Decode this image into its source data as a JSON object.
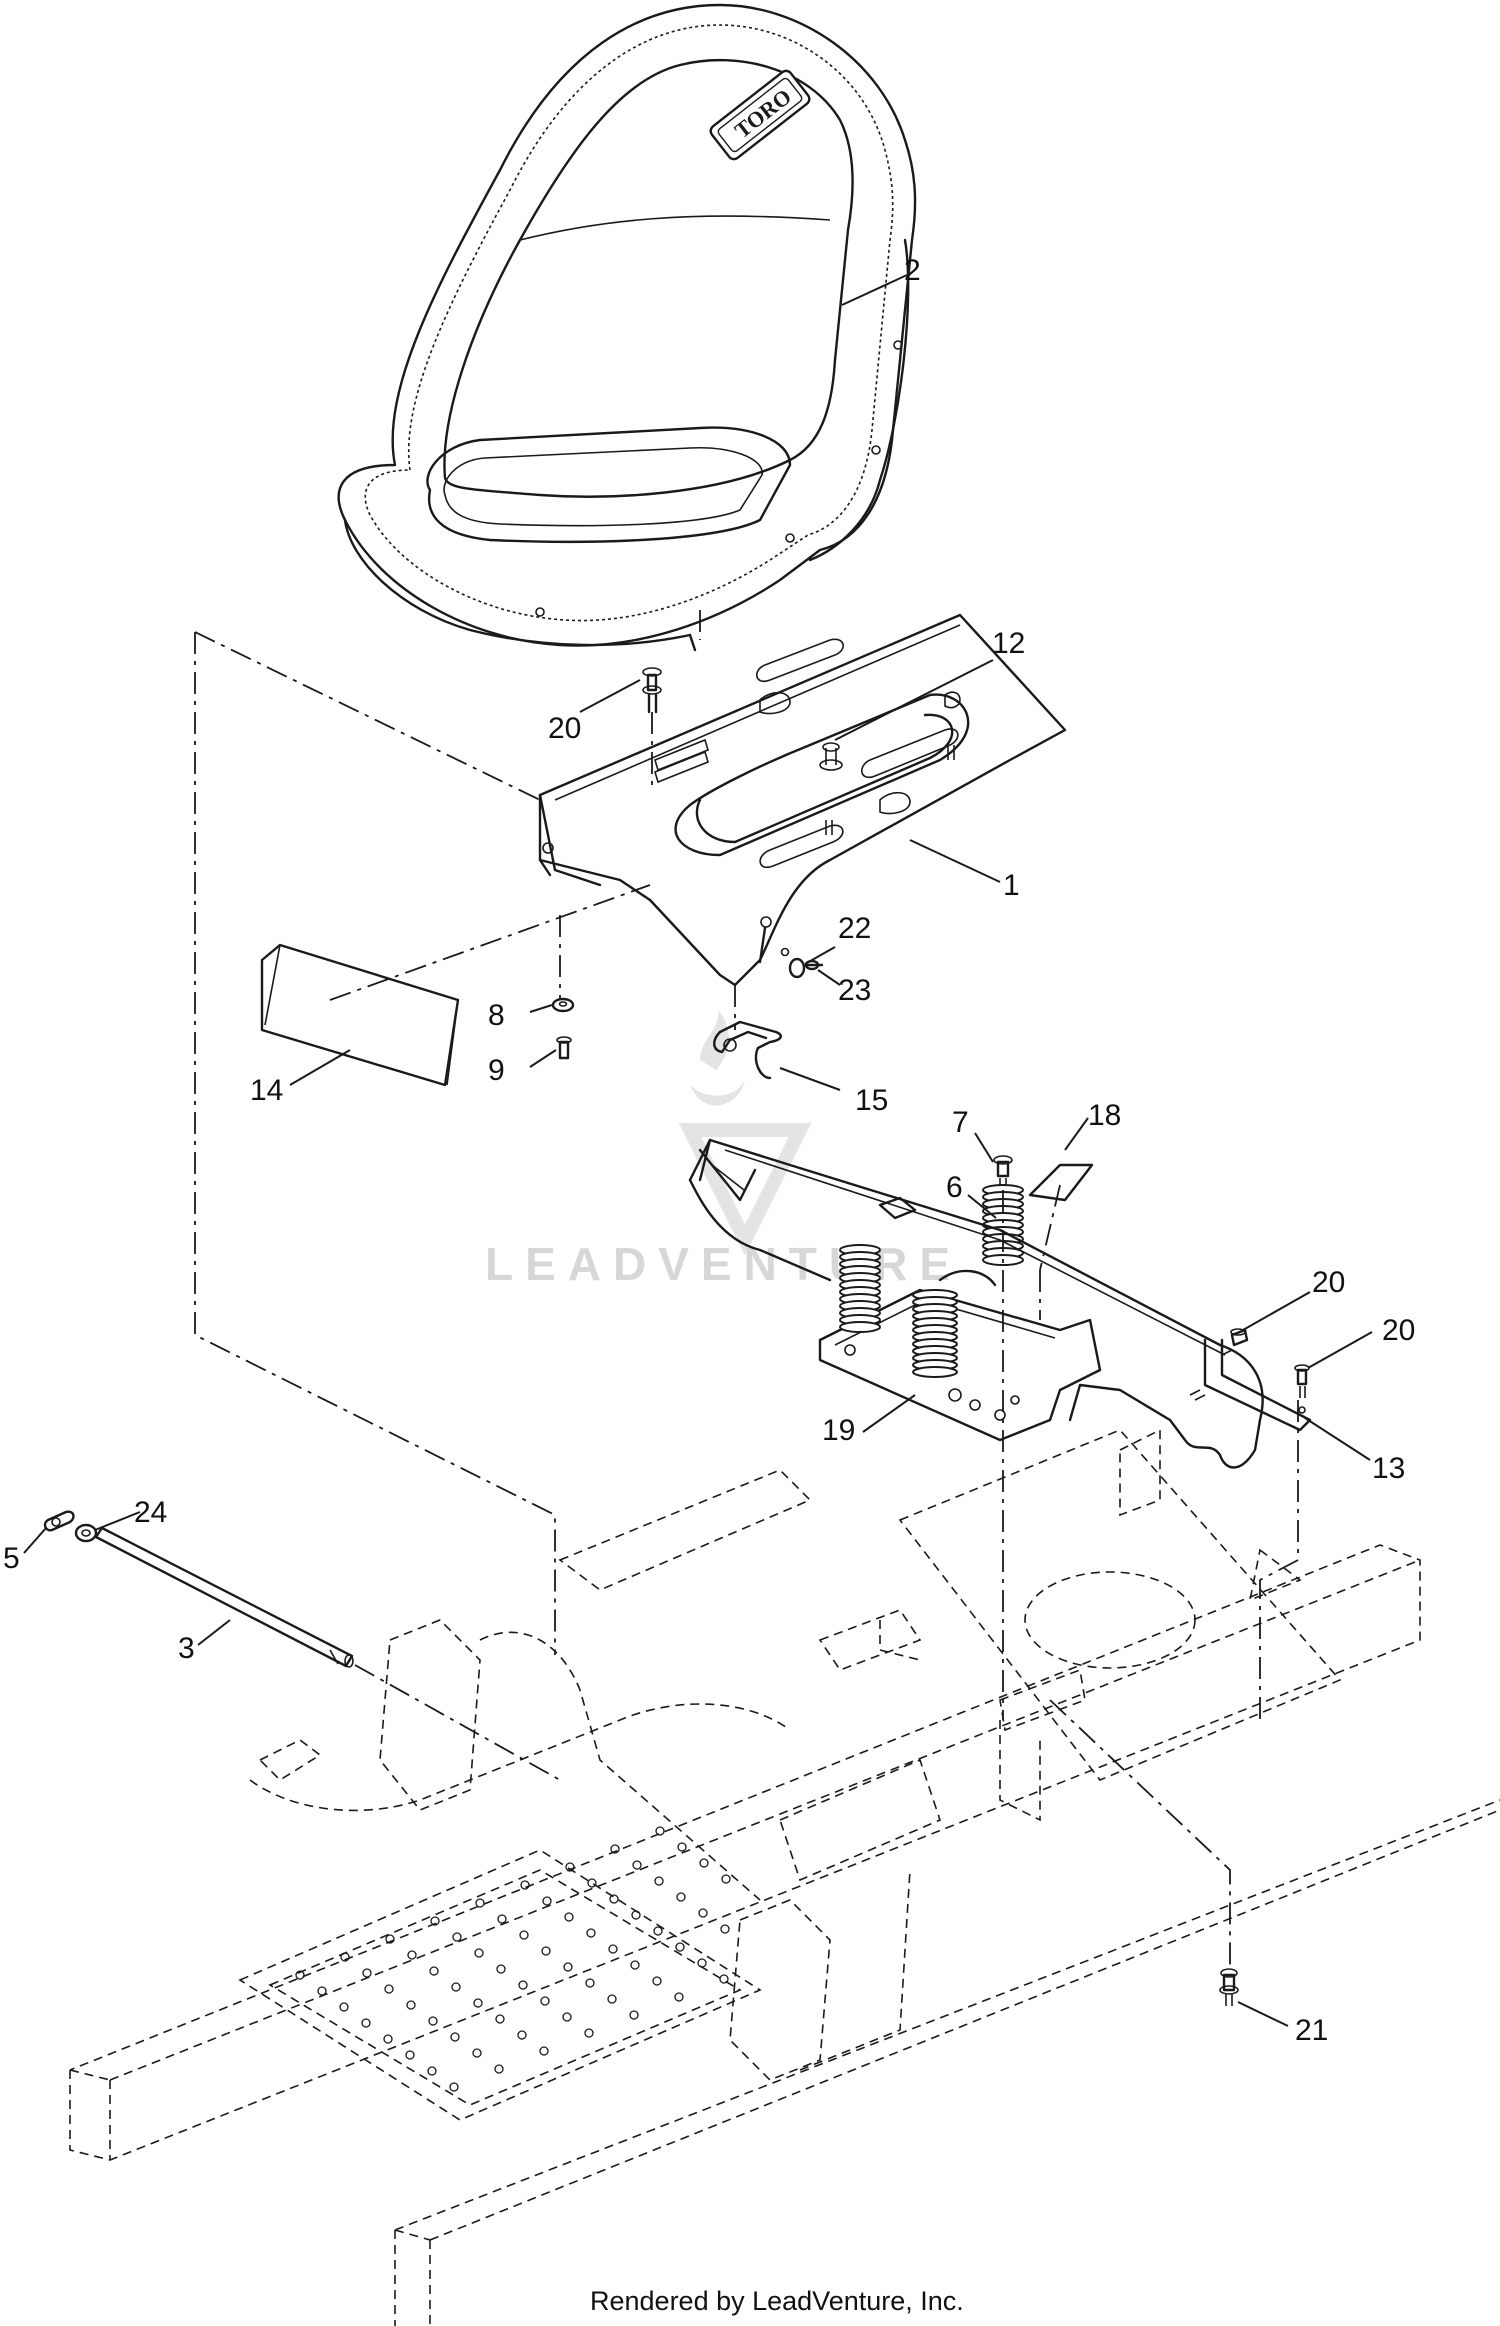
{
  "watermark": {
    "text": "LEADVENTURE"
  },
  "seat_brand": {
    "text": "TORO"
  },
  "footer": {
    "text": "Rendered by LeadVenture, Inc."
  },
  "callouts": {
    "c1": "1",
    "c2": "2",
    "c3": "3",
    "c5": "5",
    "c6": "6",
    "c7": "7",
    "c8": "8",
    "c9": "9",
    "c12": "12",
    "c13": "13",
    "c14": "14",
    "c15": "15",
    "c18": "18",
    "c19": "19",
    "c20a": "20",
    "c20b": "20",
    "c20c": "20",
    "c21": "21",
    "c22": "22",
    "c23": "23",
    "c24": "24"
  }
}
